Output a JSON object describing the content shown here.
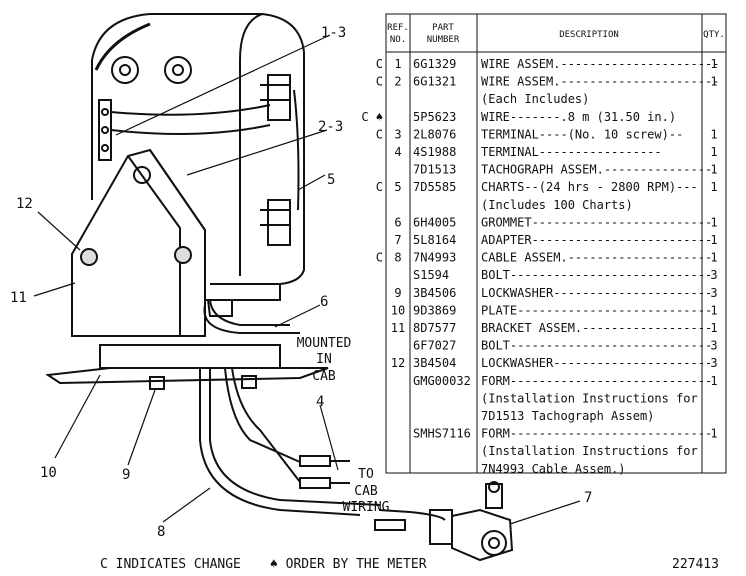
{
  "diagram": {
    "callouts": [
      {
        "id": "1-3",
        "text": "1-3"
      },
      {
        "id": "2-3",
        "text": "2-3"
      },
      {
        "id": "5",
        "text": "5"
      },
      {
        "id": "12",
        "text": "12"
      },
      {
        "id": "11",
        "text": "11"
      },
      {
        "id": "6",
        "text": "6"
      },
      {
        "id": "10",
        "text": "10"
      },
      {
        "id": "9",
        "text": "9"
      },
      {
        "id": "4",
        "text": "4"
      },
      {
        "id": "8",
        "text": "8"
      },
      {
        "id": "7",
        "text": "7"
      }
    ],
    "mounted_note": [
      "MOUNTED",
      "IN",
      "CAB"
    ],
    "cab_wiring_note": [
      "TO",
      "CAB",
      "WIRING"
    ]
  },
  "table": {
    "headers": {
      "ref": [
        "REF.",
        "NO."
      ],
      "part": [
        "PART",
        "NUMBER"
      ],
      "desc": "DESCRIPTION",
      "qty": "QTY."
    },
    "rows": [
      {
        "mark": "C",
        "ref": "1",
        "part": "6G1329",
        "desc": "WIRE ASSEM.----------------------",
        "qty": "1"
      },
      {
        "mark": "C",
        "ref": "2",
        "part": "6G1321",
        "desc": "WIRE ASSEM.----------------------",
        "qty": "1"
      },
      {
        "mark": "",
        "ref": "",
        "part": "",
        "desc": "  (Each Includes)",
        "qty": ""
      },
      {
        "mark": "C ♠",
        "ref": "",
        "part": "5P5623",
        "desc": "   WIRE-------.8 m (31.50 in.)",
        "qty": ""
      },
      {
        "mark": "C",
        "ref": "3",
        "part": "2L8076",
        "desc": "   TERMINAL----(No. 10 screw)--",
        "qty": "1"
      },
      {
        "mark": "",
        "ref": "4",
        "part": "4S1988",
        "desc": "   TERMINAL-----------------",
        "qty": "1"
      },
      {
        "mark": "",
        "ref": "",
        "part": "7D1513",
        "desc": "TACHOGRAPH ASSEM.---------------",
        "qty": "1"
      },
      {
        "mark": "C",
        "ref": "5",
        "part": "7D5585",
        "desc": "CHARTS--(24 hrs - 2800 RPM)---",
        "qty": "1"
      },
      {
        "mark": "",
        "ref": "",
        "part": "",
        "desc": "   (Includes 100 Charts)",
        "qty": ""
      },
      {
        "mark": "",
        "ref": "6",
        "part": "6H4005",
        "desc": "GROMMET-------------------------",
        "qty": "1"
      },
      {
        "mark": "",
        "ref": "7",
        "part": "5L8164",
        "desc": "ADAPTER-------------------------",
        "qty": "1"
      },
      {
        "mark": "C",
        "ref": "8",
        "part": "7N4993",
        "desc": "CABLE ASSEM.--------------------",
        "qty": "1"
      },
      {
        "mark": "",
        "ref": "",
        "part": "S1594",
        "desc": "BOLT----------------------------",
        "qty": "3"
      },
      {
        "mark": "",
        "ref": "9",
        "part": "3B4506",
        "desc": "LOCKWASHER----------------------",
        "qty": "3"
      },
      {
        "mark": "",
        "ref": "10",
        "part": "9D3869",
        "desc": "PLATE---------------------------",
        "qty": "1"
      },
      {
        "mark": "",
        "ref": "11",
        "part": "8D7577",
        "desc": "BRACKET ASSEM.------------------",
        "qty": "1"
      },
      {
        "mark": "",
        "ref": "",
        "part": "6F7027",
        "desc": "BOLT----------------------------",
        "qty": "3"
      },
      {
        "mark": "",
        "ref": "12",
        "part": "3B4504",
        "desc": "LOCKWASHER----------------------",
        "qty": "3"
      },
      {
        "mark": "",
        "ref": "",
        "part": "GMG00032",
        "desc": "FORM----------------------------",
        "qty": "1"
      },
      {
        "mark": "",
        "ref": "",
        "part": "",
        "desc": "(Installation Instructions for",
        "qty": ""
      },
      {
        "mark": "",
        "ref": "",
        "part": "",
        "desc": "   7D1513 Tachograph Assem)",
        "qty": ""
      },
      {
        "mark": "",
        "ref": "",
        "part": "SMHS7116",
        "desc": "FORM----------------------------",
        "qty": "1"
      },
      {
        "mark": "",
        "ref": "",
        "part": "",
        "desc": "(Installation Instructions for",
        "qty": ""
      },
      {
        "mark": "",
        "ref": "",
        "part": "",
        "desc": "   7N4993  Cable Assem.)",
        "qty": ""
      }
    ]
  },
  "footer": {
    "change_note": "C INDICATES CHANGE",
    "meter_note": "♠ ORDER BY THE METER",
    "figure_number": "227413"
  }
}
